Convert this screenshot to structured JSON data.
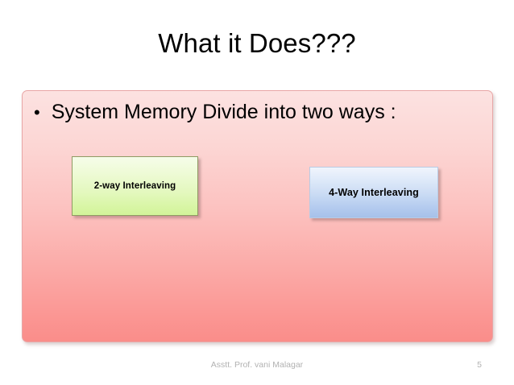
{
  "slide": {
    "title": "What it Does???",
    "bullet": {
      "marker": "•",
      "text": "System Memory Divide into two ways :"
    },
    "shapes": [
      {
        "label": "2-way Interleaving",
        "fill_color": "#d8f7a8",
        "border_color": "#8f9b63"
      },
      {
        "label": "4-Way Interleaving",
        "fill_color": "#b9d0ef",
        "border_color": "#b9cbe4"
      }
    ],
    "panel": {
      "fill_top_color": "#fce2e1",
      "fill_bottom_color": "#fa8d8a",
      "border_color": "#e8a6a6"
    },
    "footer": {
      "author": "Asstt. Prof. vani Malagar",
      "page_number": "5",
      "text_color": "#b2b2b2"
    }
  }
}
